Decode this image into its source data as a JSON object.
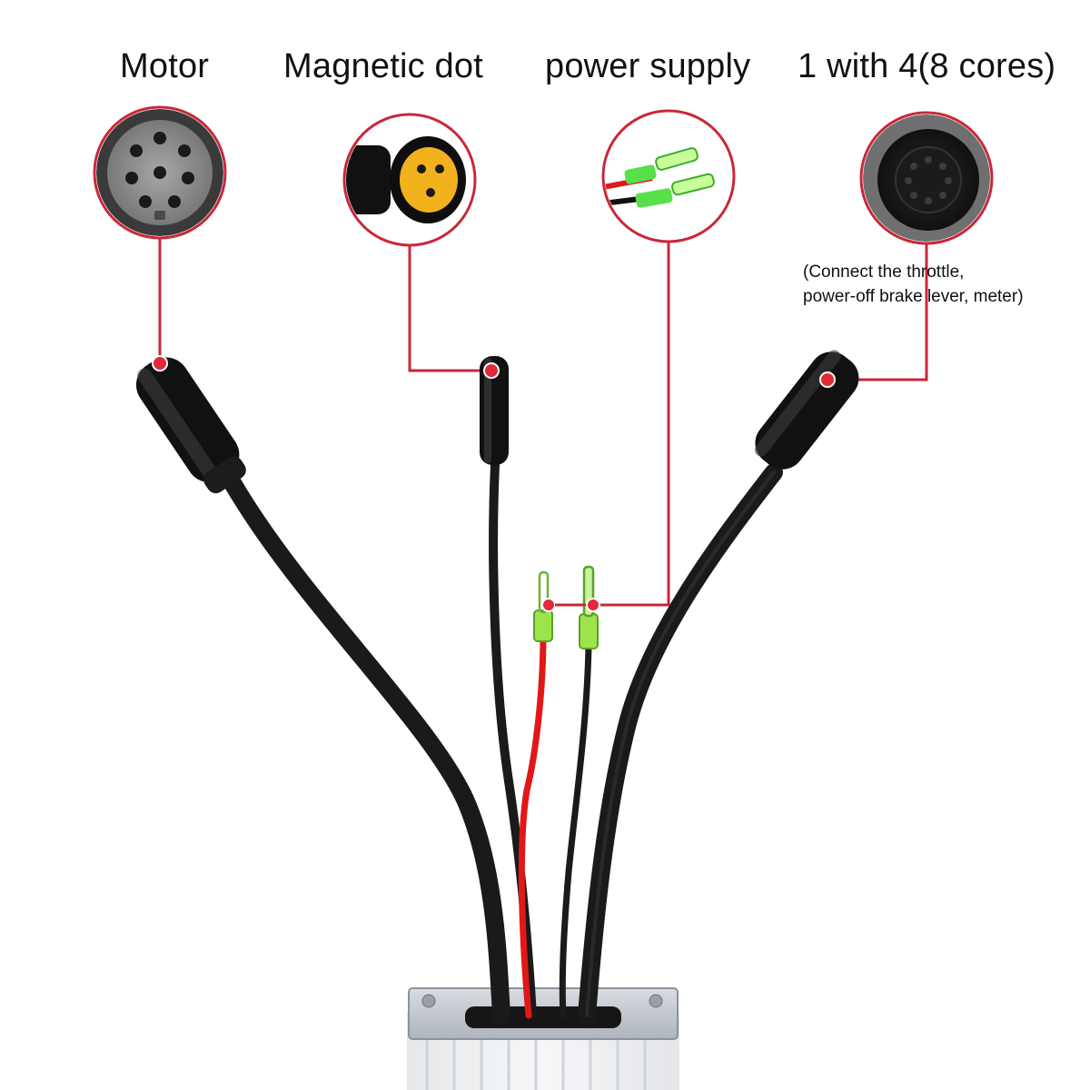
{
  "labels": {
    "motor": "Motor",
    "magnetic_dot": "Magnetic dot",
    "power_supply": "power supply",
    "combo": "1 with 4(8 cores)"
  },
  "note": {
    "line1": "(Connect the throttle,",
    "line2": "power-off brake lever, meter)"
  },
  "colors": {
    "callout_red": "#c8283a",
    "cable_black": "#1a1a1a",
    "wire_red": "#e01818",
    "terminal_green": "#58e04a",
    "connector_yellow": "#f2b21e"
  }
}
